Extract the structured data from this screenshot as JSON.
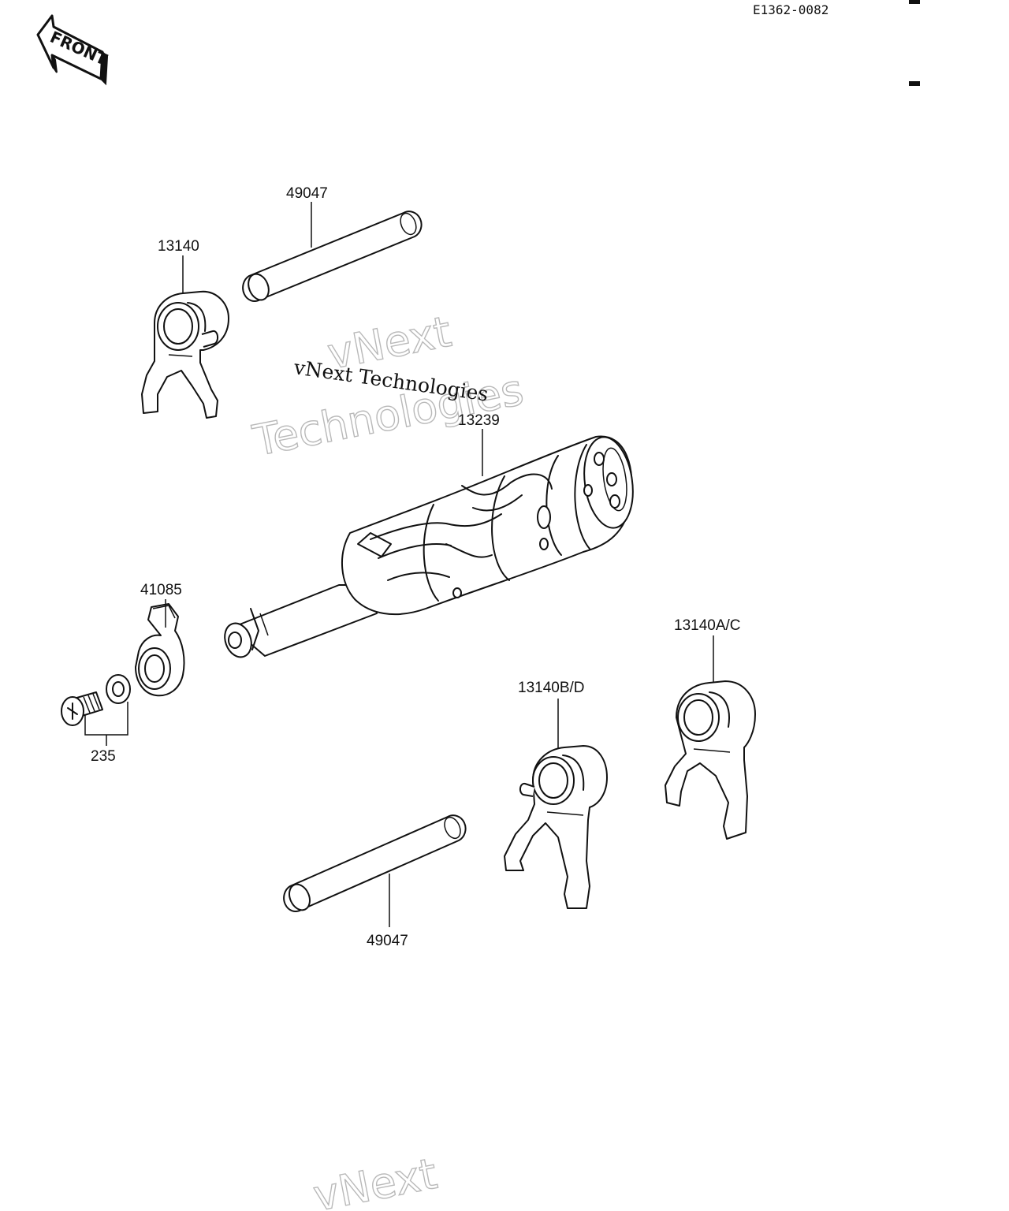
{
  "document": {
    "code": "E1362-0082",
    "direction_badge": "FRONT"
  },
  "watermark": {
    "line_serif": "vNext Technologies",
    "outline_word_1": "vNext",
    "outline_word_2": "Technologies",
    "bottom_outline_word": "vNext"
  },
  "parts": {
    "shaft_top": "49047",
    "fork_top": "13140",
    "drum": "13239",
    "stopper": "41085",
    "screw_washer": "235",
    "fork_right": "13140A/C",
    "fork_middle": "13140B/D",
    "shaft_bottom": "49047"
  }
}
